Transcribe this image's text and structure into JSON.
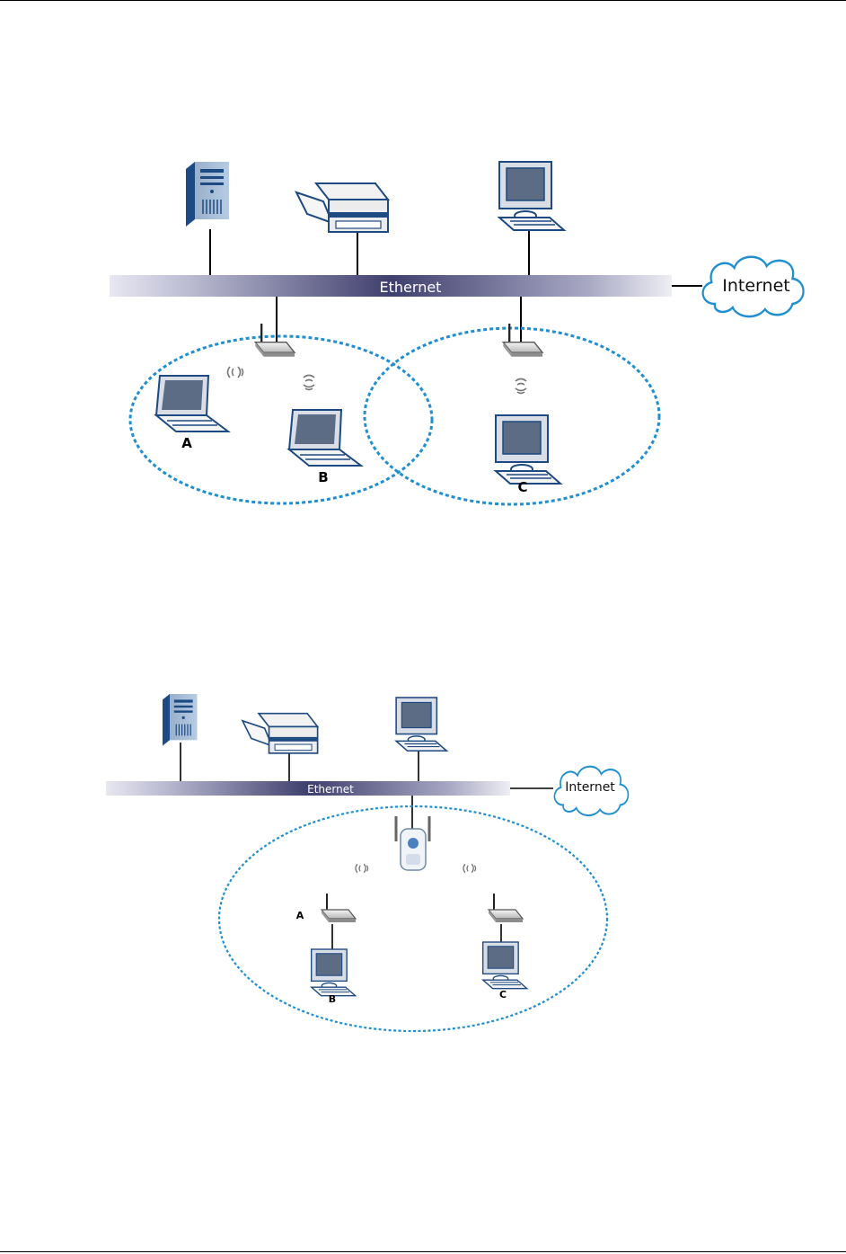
{
  "figure1": {
    "bus_label": "Ethernet",
    "internet_label": "Internet",
    "client_labels": [
      "A",
      "B",
      "C"
    ]
  },
  "figure2": {
    "bus_label": "Ethernet",
    "internet_label": "Internet",
    "client_labels": [
      "A",
      "B",
      "C"
    ]
  },
  "colors": {
    "cell_outline": "#1f8fd0",
    "bus_dark": "#3d3d6b",
    "bus_light": "#e8e8f0",
    "device_blue": "#3a6fa8",
    "screen": "#5a6a80"
  }
}
